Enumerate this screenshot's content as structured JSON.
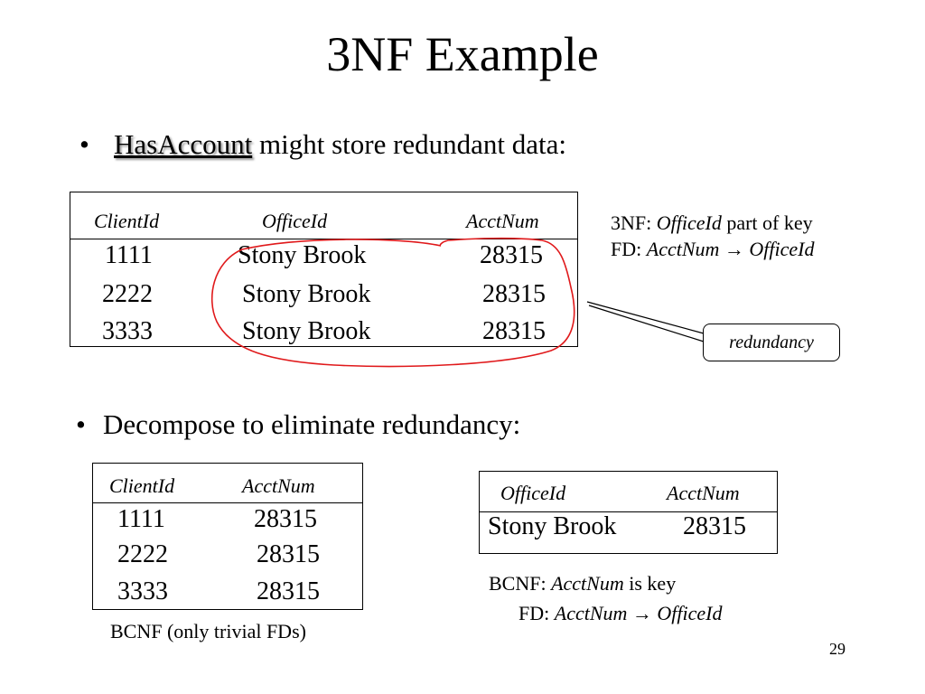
{
  "title": "3NF Example",
  "bullet1": {
    "highlight": "HasAccount",
    "rest": " might store redundant data:"
  },
  "table1": {
    "headers": [
      "ClientId",
      "OfficeId",
      "AcctNum"
    ],
    "rows": [
      [
        "1111",
        "Stony Brook",
        "28315"
      ],
      [
        "2222",
        "Stony Brook",
        "28315"
      ],
      [
        "3333",
        "Stony Brook",
        "28315"
      ]
    ]
  },
  "note1": {
    "line1_prefix": "3NF: ",
    "line1_italic": "OfficeId",
    "line1_suffix": " part of key",
    "line2_prefix": "FD: ",
    "line2_italic_a": "AcctNum",
    "arrow": "→",
    "line2_italic_b": "OfficeId"
  },
  "callout": "redundancy",
  "bullet2": "Decompose to eliminate redundancy:",
  "table2": {
    "headers": [
      "ClientId",
      "AcctNum"
    ],
    "rows": [
      [
        "1111",
        "28315"
      ],
      [
        "2222",
        "28315"
      ],
      [
        "3333",
        "28315"
      ]
    ],
    "caption": "BCNF (only trivial FDs)"
  },
  "table3": {
    "headers": [
      "OfficeId",
      "AcctNum"
    ],
    "rows": [
      [
        "Stony Brook",
        "28315"
      ]
    ]
  },
  "note2": {
    "line1_prefix": "BCNF: ",
    "line1_italic": "AcctNum",
    "line1_suffix": " is key",
    "line2_prefix": "FD: ",
    "line2_italic_a": "AcctNum",
    "arrow": "→",
    "line2_italic_b": "OfficeId"
  },
  "page_number": "29",
  "colors": {
    "annotation": "#e0191b"
  }
}
